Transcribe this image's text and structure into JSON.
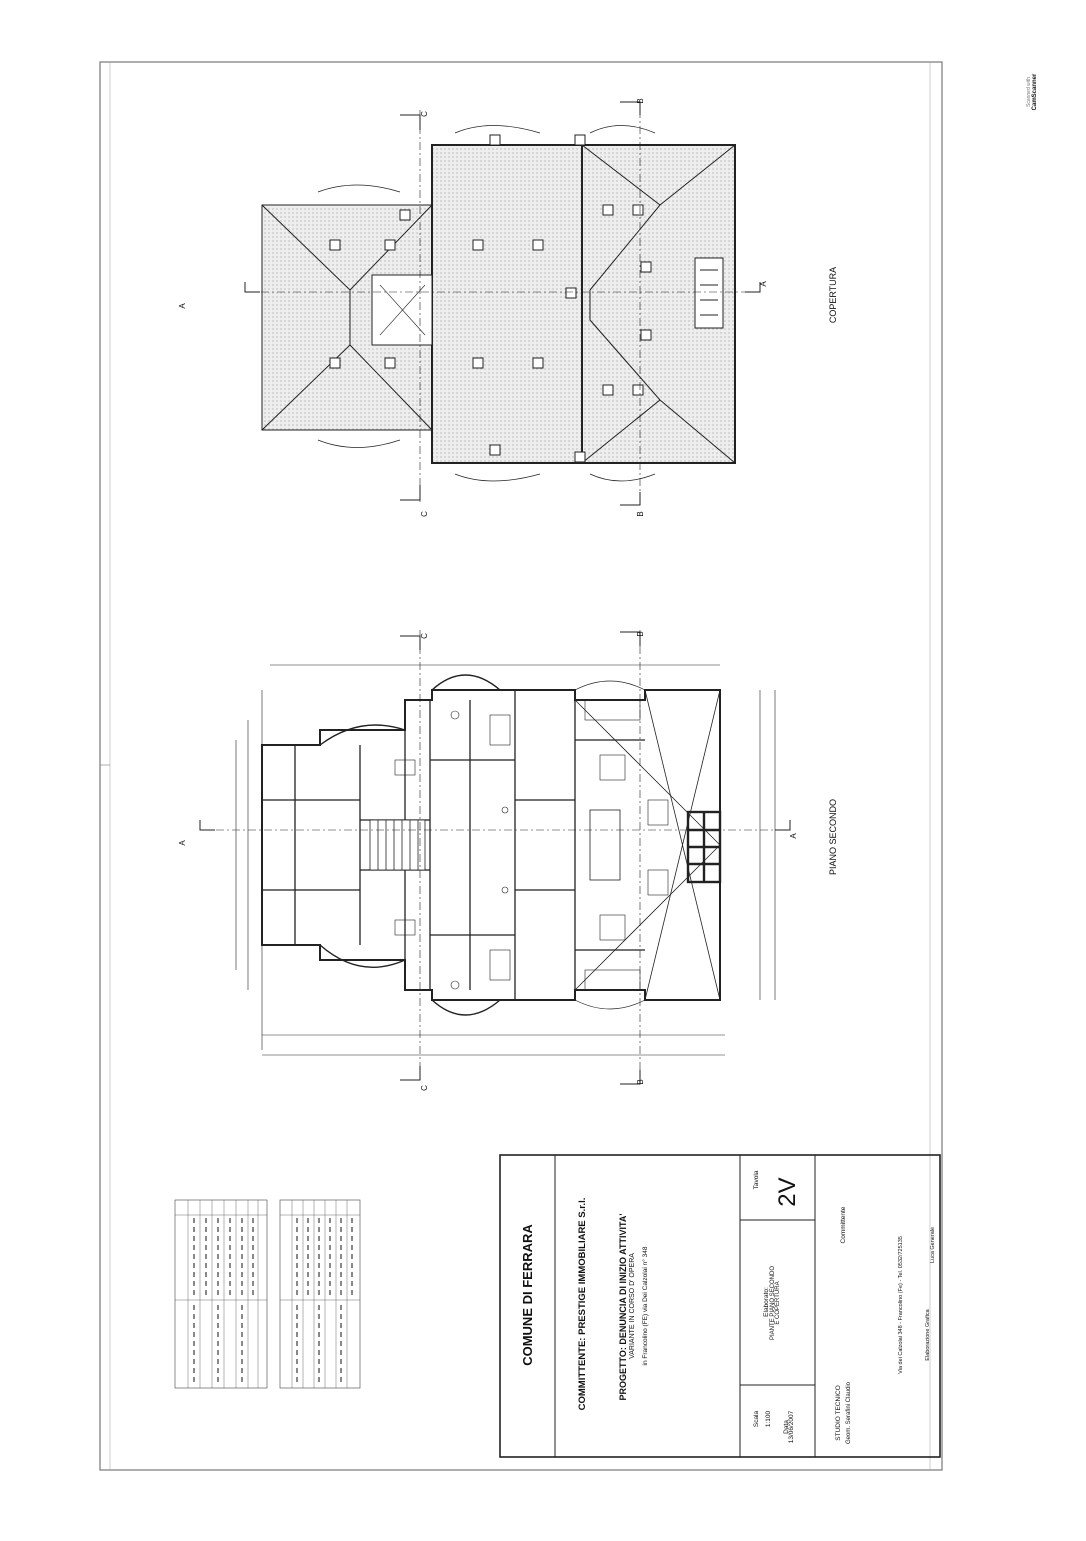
{
  "title_block": {
    "municipality": "COMUNE DI FERRARA",
    "client": "COMMITTENTE: PRESTIGE IMMOBILIARE S.r.l.",
    "project_line1": "PROGETTO:  DENUNCIA DI INIZIO ATTIVITA'",
    "project_line2": "VARIANTE IN CORSO D' OPERA",
    "project_line3": "in Francolino (FE) via Dei Calzolai n° 348",
    "scale_label": "Scala",
    "scale_value": "1:100",
    "date_label": "Data",
    "date_value": "13/06/2007",
    "drawing_label": "Elaborato:",
    "drawing_line1": "PIANTE PIANO SECONDO",
    "drawing_line2": "E COPERTURA",
    "sheet_label": "Tavola",
    "sheet_number": "2V",
    "studio_label": "STUDIO TECNICO",
    "studio_name": "Geom. Serafini Claudio",
    "committente_label": "Committente",
    "studio_address": "Via dei Calzolai 348 - Francolino (Fe) - Tel. 0532/725135",
    "graphics_credit": "Elaborazione Grafica",
    "graphics_author": "Luca Generale"
  },
  "plans": {
    "floor_plan_label": "PIANO SECONDO",
    "roof_plan_label": "COPERTURA"
  },
  "section_marks": {
    "a": "A",
    "b": "B",
    "c": "C"
  },
  "scanner_badge": {
    "line1": "Scanned with",
    "line2": "CamScanner"
  },
  "colors": {
    "line": "#222222",
    "roof_fill": "#e6e6e6",
    "paper": "#ffffff"
  }
}
